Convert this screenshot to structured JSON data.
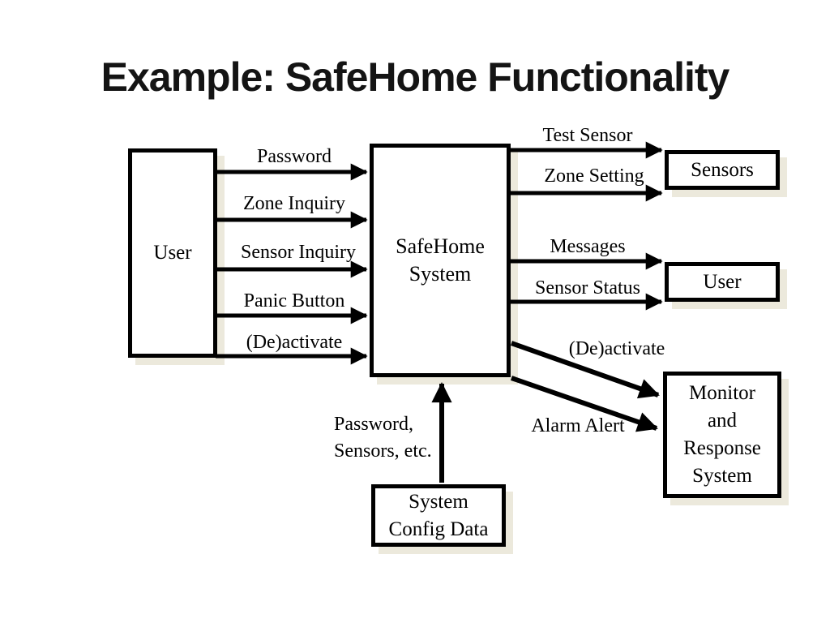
{
  "title": "Example: SafeHome Functionality",
  "boxes": {
    "user_left": {
      "label": "User"
    },
    "safehome": {
      "line1": "SafeHome",
      "line2": "System"
    },
    "sensors": {
      "label": "Sensors"
    },
    "user_right": {
      "label": "User"
    },
    "monitor": {
      "line1": "Monitor",
      "line2": "and",
      "line3": "Response",
      "line4": "System"
    },
    "config": {
      "line1": "System",
      "line2": "Config Data"
    }
  },
  "flows": {
    "password": "Password",
    "zone_inquiry": "Zone Inquiry",
    "sensor_inquiry": "Sensor Inquiry",
    "panic_button": "Panic Button",
    "deactivate_left": "(De)activate",
    "test_sensor": "Test Sensor",
    "zone_setting": "Zone Setting",
    "messages": "Messages",
    "sensor_status": "Sensor Status",
    "deactivate_right": "(De)activate",
    "alarm_alert": "Alarm Alert",
    "config_line1": "Password,",
    "config_line2": "Sensors, etc."
  },
  "colors": {
    "line": "#000000",
    "shadow": "#ECE9DC",
    "text": "#000000",
    "background": "#FFFFFF"
  }
}
